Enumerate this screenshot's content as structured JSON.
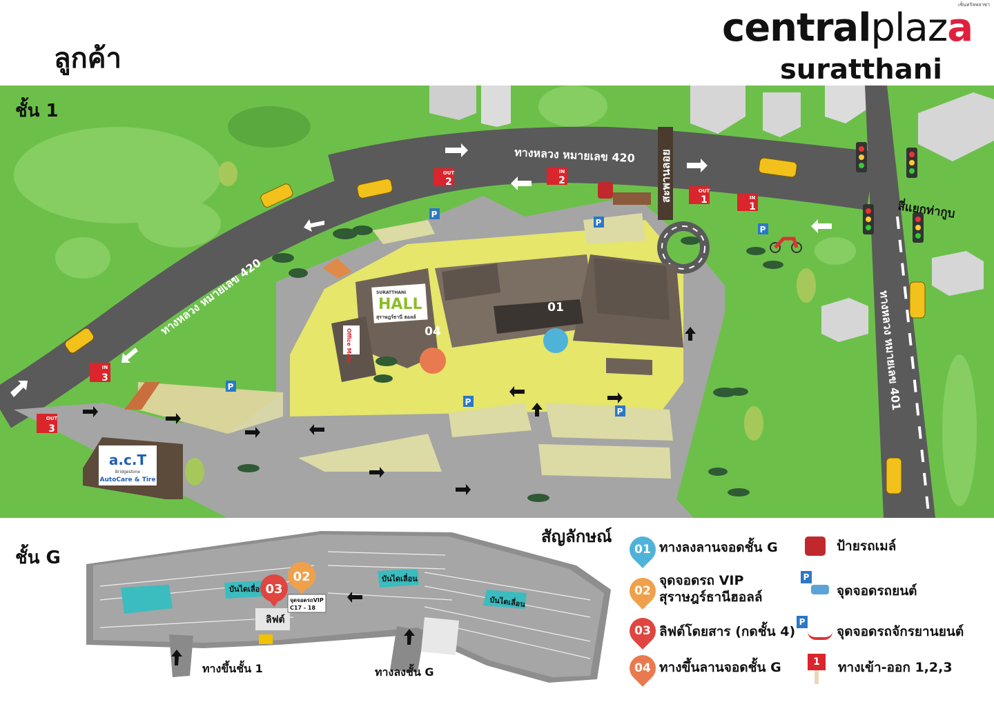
{
  "header": {
    "page_title": "ลูกค้า",
    "logo_small": "เซ็นทรัลพลาซา",
    "logo_part1": "central",
    "logo_part2": "plaz",
    "logo_part3": "a",
    "logo_sub": "suratthani"
  },
  "floor1": {
    "label": "ชั้น 1",
    "road_420_top": "ทางหลวง หมายเลข 420",
    "road_420_left": "ทางหลวง หมายเลข 420",
    "road_401": "ทางหลวง หมายเลข 401",
    "junction": "สี่แยกท่ากูบ",
    "bridge": "สะพานลอย",
    "hall_brand": "SURATTHANI",
    "hall_name": "HALL",
    "hall_sub": "สุราษฎร์ธานี ฮอลล์",
    "office_mate": "Office Mate",
    "act_logo": "a.c.T",
    "act_sub1": "Bridgestone",
    "act_sub2": "AutoCare & Tire",
    "gates": [
      {
        "type": "OUT",
        "num": "2"
      },
      {
        "type": "IN",
        "num": "2"
      },
      {
        "type": "OUT",
        "num": "1"
      },
      {
        "type": "IN",
        "num": "1"
      },
      {
        "type": "IN",
        "num": "3"
      },
      {
        "type": "OUT",
        "num": "3"
      }
    ],
    "parking_sign": "P",
    "pins": [
      {
        "num": "01",
        "color": "#4fb3d9"
      },
      {
        "num": "04",
        "color": "#e97a4f"
      }
    ]
  },
  "floorG": {
    "label": "ชั้น G",
    "escalator": "บันไดเลื่อน",
    "lift": "ลิฟต์",
    "vip_note_line1": "จุดจอดรถVIP",
    "vip_note_line2": "C17 - 18",
    "up_ramp": "ทางขึ้นชั้น 1",
    "down_ramp": "ทางลงชั้น G",
    "pins": [
      {
        "num": "03",
        "color": "#e0453f"
      },
      {
        "num": "02",
        "color": "#f0a04a"
      }
    ]
  },
  "legend": {
    "title": "สัญลักษณ์",
    "items": [
      {
        "num": "01",
        "color": "#4fb3d9",
        "text": "ทางลงลานจอดชั้น G"
      },
      {
        "num": "02",
        "color": "#f0a04a",
        "text": "จุดจอดรถ VIP\nสุราษฎร์ธานีฮอลล์"
      },
      {
        "num": "03",
        "color": "#e0453f",
        "text": "ลิฟต์โดยสาร (กดชั้น 4)"
      },
      {
        "num": "04",
        "color": "#e97a4f",
        "text": "ทางขึ้นลานจอดชั้น G"
      }
    ],
    "bus_stop": "ป้ายรถเมล์",
    "car_park": "จุดจอดรถยนต์",
    "moto_park": "จุดจอดรถจักรยานยนต์",
    "gate": "ทางเข้า-ออก 1,2,3",
    "gate_num": "1"
  },
  "colors": {
    "grass": "#6cc04a",
    "grass_light": "#8fd06a",
    "road": "#5a5a5a",
    "lot": "#b9b9b9",
    "yellow_zone": "#e5e66a",
    "building": "#6e6258",
    "accent_red": "#e01f3d"
  }
}
